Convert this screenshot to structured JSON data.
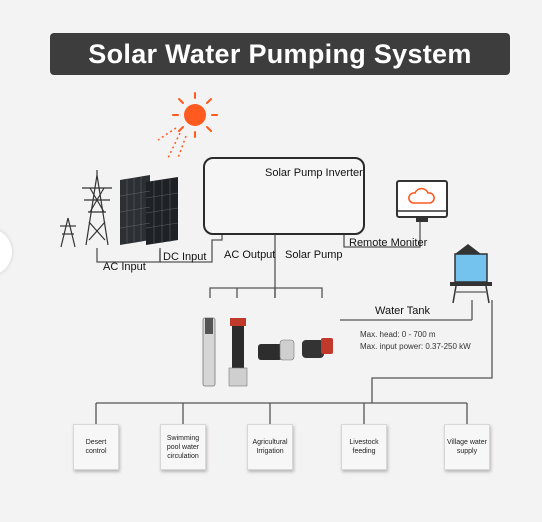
{
  "title": "Solar Water Pumping System",
  "labels": {
    "solar_pump_inverter": "Solar Pump Inverter",
    "ac_input": "AC Input",
    "dc_input": "DC Input",
    "ac_output": "AC Output",
    "solar_pump": "Solar Pump",
    "remote_monitor": "Remote Moniter",
    "water_tank": "Water Tank"
  },
  "specs": {
    "max_head": "Max. head: 0 - 700 m",
    "max_input_power": "Max. input power: 0.37-250 kW"
  },
  "applications": [
    "Desert control",
    "Swimming pool water circulation",
    "Agricultural Irrigation",
    "Livestock feeding",
    "Village water supply"
  ],
  "icons": [
    "sun-icon",
    "transmission-tower-icon",
    "solar-panel-icon",
    "inverter-icon",
    "monitor-cloud-icon",
    "water-tower-icon",
    "pump-icon"
  ]
}
